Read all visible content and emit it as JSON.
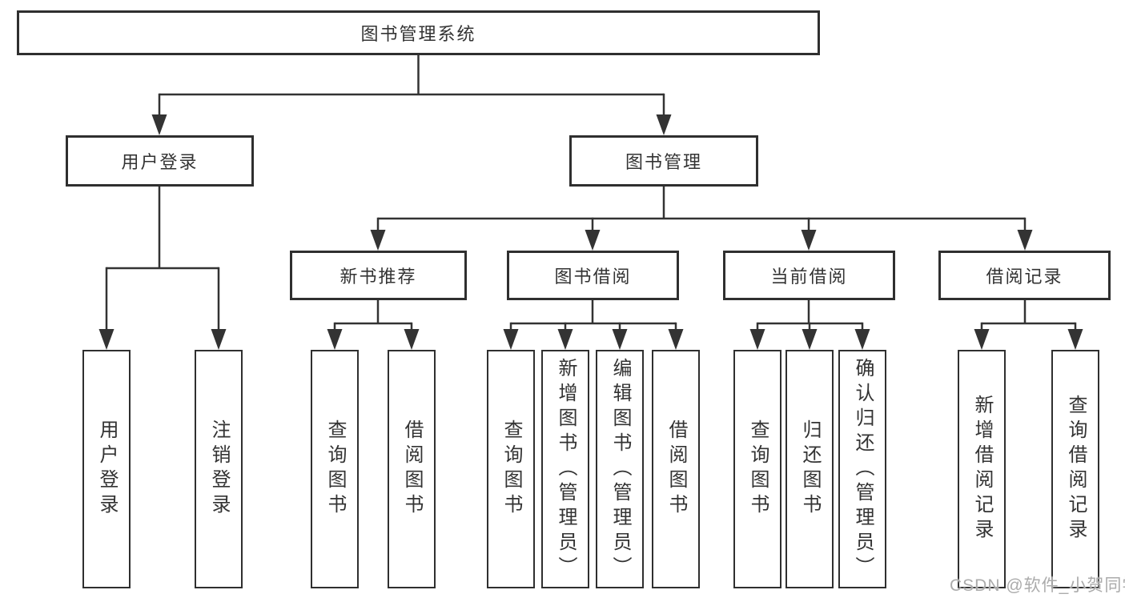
{
  "diagram": {
    "tree": {
      "root": {
        "label": "图书管理系统",
        "children": [
          {
            "label": "用户登录",
            "children": [
              {
                "label": "用户登录"
              },
              {
                "label": "注销登录"
              }
            ]
          },
          {
            "label": "图书管理",
            "children": [
              {
                "label": "新书推荐",
                "children": [
                  {
                    "label": "查询图书"
                  },
                  {
                    "label": "借阅图书"
                  }
                ]
              },
              {
                "label": "图书借阅",
                "children": [
                  {
                    "label": "查询图书"
                  },
                  {
                    "label": "新增图书（管理员）"
                  },
                  {
                    "label": "编辑图书（管理员）"
                  },
                  {
                    "label": "借阅图书"
                  }
                ]
              },
              {
                "label": "当前借阅",
                "children": [
                  {
                    "label": "查询图书"
                  },
                  {
                    "label": "归还图书"
                  },
                  {
                    "label": "确认归还（管理员）"
                  }
                ]
              },
              {
                "label": "借阅记录",
                "children": [
                  {
                    "label": "新增借阅记录"
                  },
                  {
                    "label": "查询借阅记录"
                  }
                ]
              }
            ]
          }
        ]
      }
    },
    "colors": {
      "line": "#333333",
      "box_border": "#2f2f2f",
      "text": "#333333",
      "background": "#ffffff",
      "watermark": "#ababab"
    }
  },
  "watermark": {
    "text": "CSDN @软件_小贺同学"
  }
}
